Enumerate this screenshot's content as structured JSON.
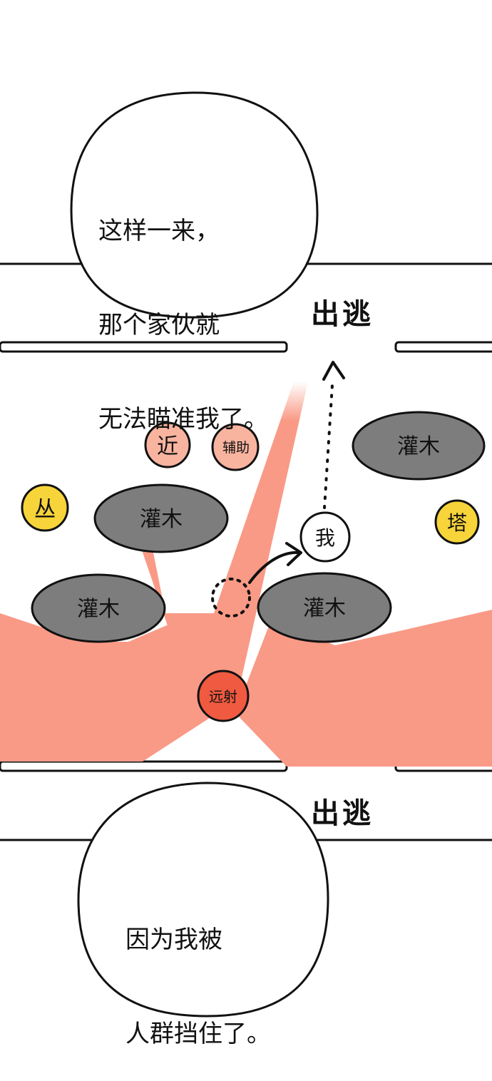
{
  "bubbles": {
    "top": {
      "lines": [
        "这样一来，",
        "那个家伙就",
        "无法瞄准我了。"
      ]
    },
    "bottom": {
      "lines": [
        "因为我被",
        "人群挡住了。"
      ]
    }
  },
  "exits": {
    "top_label": "出逃",
    "bottom_label": "出逃"
  },
  "bushes": [
    "灌木",
    "灌木",
    "灌木",
    "灌木"
  ],
  "units": {
    "melee": "近",
    "support": "辅助",
    "jungle": "丛",
    "tower": "塔",
    "me": "我",
    "marksman": "远射"
  },
  "colors": {
    "beam": "#f99a86",
    "bush": "#7d7d7d",
    "melee": "#f8b49f",
    "jungle": "#f7d43a",
    "marksman": "#f05a40",
    "me": "#ffffff"
  }
}
